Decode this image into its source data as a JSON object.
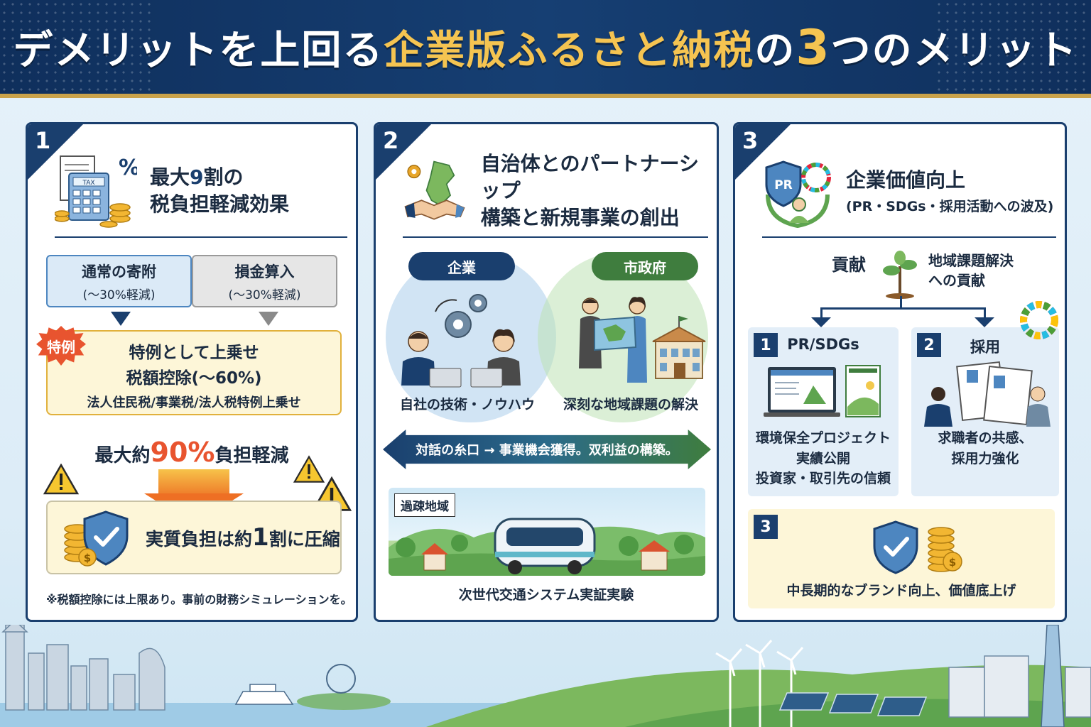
{
  "header": {
    "title_part1": "デメリットを上回る",
    "title_part2": "企業版ふるさと納税",
    "title_part3": "の",
    "title_part4": "3",
    "title_part5": "つのメリット"
  },
  "panel1": {
    "number": "1",
    "title_part1": "最大",
    "title_num": "9",
    "title_part2": "割の",
    "title_line2": "税負担軽減効果",
    "calc_label": "TAX",
    "box1_line1": "通常の寄附",
    "box1_line2": "(〜30%軽減)",
    "box2_line1": "損金算入",
    "box2_line2": "(〜30%軽減)",
    "badge": "特例",
    "special_line1": "特例として上乗せ",
    "special_line2": "税額控除(〜60%)",
    "special_line3": "法人住民税/事業税/法人税特例上乗せ",
    "max_part1": "最大約",
    "max_num": "90%",
    "max_part2": "負担軽減",
    "result_part1": "実質負担は約",
    "result_num": "1",
    "result_part2": "割に圧縮",
    "note": "※税額控除には上限あり。事前の財務シミュレーションを。"
  },
  "panel2": {
    "number": "2",
    "title_line1": "自治体とのパートナーシップ",
    "title_line2": "構築と新規事業の創出",
    "pill_company": "企業",
    "pill_city": "市政府",
    "caption_left": "自社の技術・ノウハウ",
    "caption_right": "深刻な地域課題の解決",
    "dialog": "対話の糸口 → 事業機会獲得。双利益の構築。",
    "rural_label": "過疎地域",
    "rural_caption": "次世代交通システム実証実験"
  },
  "panel3": {
    "number": "3",
    "title_line1": "企業価値向上",
    "title_line2": "(PR・SDGs・採用活動への波及)",
    "shield_label": "PR",
    "contrib_left": "貢献",
    "contrib_right_line1": "地域課題解決",
    "contrib_right_line2": "への貢献",
    "sub1_number": "1",
    "sub1_title": "PR/SDGs",
    "sub1_line1": "環境保全プロジェクト",
    "sub1_line2": "実績公開",
    "sub1_line3": "投資家・取引先の信頼",
    "sub2_number": "2",
    "sub2_title": "採用",
    "sub2_line1": "求職者の共感、",
    "sub2_line2": "採用力強化",
    "sub3_number": "3",
    "sub3_text": "中長期的なブランド向上、価値底上げ"
  },
  "colors": {
    "navy": "#1a3f6e",
    "gold": "#f5c451",
    "green": "#3f7d3e",
    "orange": "#ee6f24",
    "cream": "#fdf6d8"
  }
}
